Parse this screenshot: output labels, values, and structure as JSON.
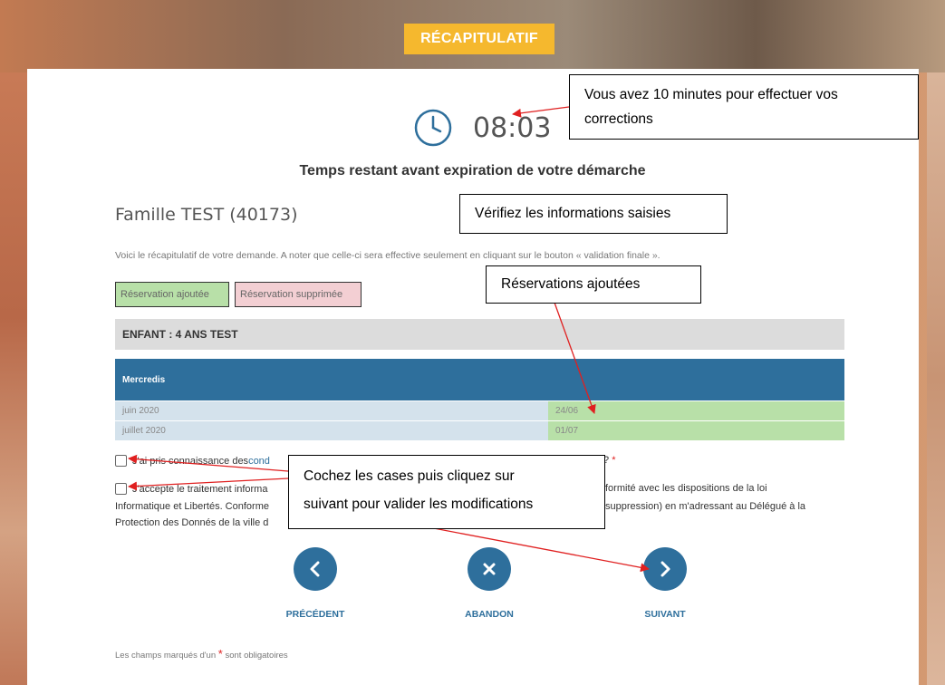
{
  "header": {
    "title": "RÉCAPITULATIF"
  },
  "timer": {
    "value": "08:03",
    "label": "Temps restant avant expiration de votre démarche"
  },
  "family": {
    "name": "Famille TEST (40173)"
  },
  "intro": "Voici le récapitulatif de votre demande. A noter que celle-ci sera effective seulement en cliquant sur le bouton « validation finale ».",
  "legend": {
    "added": "Réservation ajoutée",
    "removed": "Réservation supprimée"
  },
  "child": {
    "label": "ENFANT : 4 ANS TEST"
  },
  "table": {
    "header": "Mercredis",
    "rows": [
      {
        "month": "juin 2020",
        "date": "24/06"
      },
      {
        "month": "juillet 2020",
        "date": "01/07"
      }
    ]
  },
  "consent1": {
    "prefix": "J'ai pris connaissance des ",
    "link": "cond",
    "suffix": " ?"
  },
  "consent2": {
    "line1a": "J'accepte le traitement informa",
    "line1b": "formité avec les dispositions de la loi",
    "line2a": "Informatique et Libertés. Conforme",
    "line2b": "suppression) en m'adressant au Délégué à la",
    "line3": "Protection des Donnés de la ville d"
  },
  "nav": {
    "prev": "PRÉCÉDENT",
    "cancel": "ABANDON",
    "next": "SUIVANT"
  },
  "footnote": {
    "prefix": "Les champs marqués d'un ",
    "star": "*",
    "suffix": " sont obligatoires"
  },
  "callouts": {
    "timer_line1": "Vous avez 10 minutes pour effectuer vos",
    "timer_line2": "corrections",
    "verify": "Vérifiez les informations saisies",
    "reservations": "Réservations ajoutées",
    "check_line1": "Cochez les cases puis cliquez sur",
    "check_line2": "suivant pour valider les modifications"
  },
  "colors": {
    "primary": "#2e6f9c",
    "accent": "#f5b82e",
    "added": "#b8e0a8",
    "removed": "#f3cfd3",
    "arrow": "#e02020"
  }
}
